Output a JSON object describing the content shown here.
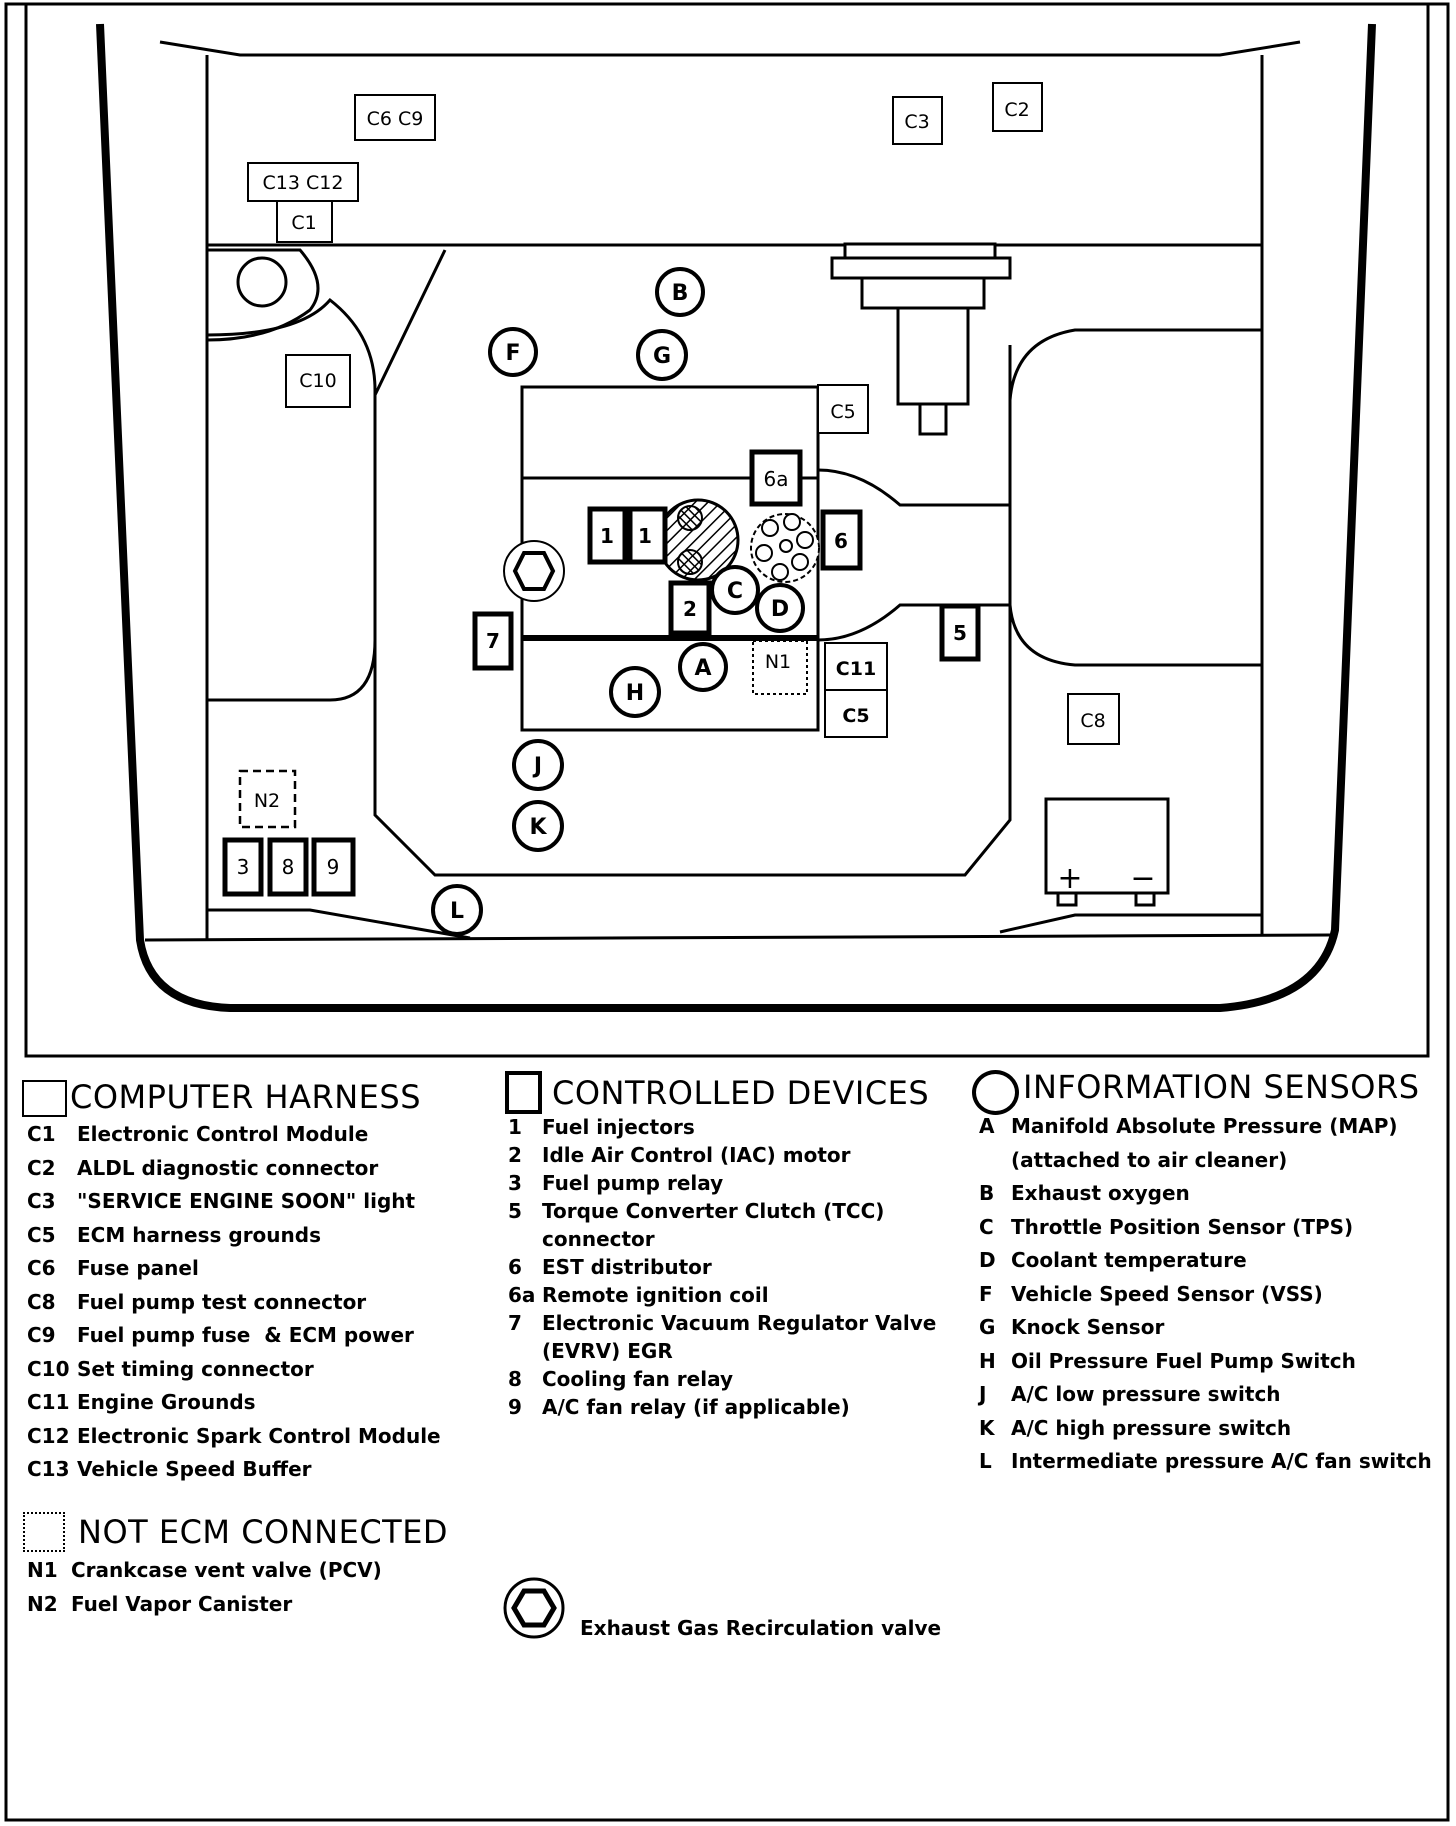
{
  "diagram": {
    "harness_labels": {
      "c6c9": "C6 C9",
      "c3": "C3",
      "c2": "C2",
      "c13c12": "C13 C12",
      "c1": "C1",
      "c10": "C10",
      "c5_top": "C5",
      "c11": "C11",
      "c5_bottom": "C5",
      "c8": "C8"
    },
    "device_labels": {
      "six_a": "6a",
      "one_a": "1",
      "one_b": "1",
      "six": "6",
      "two": "2",
      "seven": "7",
      "five": "5",
      "three": "3",
      "eight": "8",
      "nine": "9"
    },
    "sensor_labels": {
      "b": "B",
      "f": "F",
      "g": "G",
      "c": "C",
      "d": "D",
      "a": "A",
      "h": "H",
      "j": "J",
      "k": "K",
      "l": "L"
    },
    "non_ecm_labels": {
      "n1": "N1",
      "n2": "N2"
    },
    "battery": {
      "plus": "+",
      "minus": "−"
    }
  },
  "legend": {
    "computer_harness": {
      "title": "COMPUTER HARNESS",
      "items": [
        {
          "code": "C1",
          "desc": "Electronic Control Module"
        },
        {
          "code": "C2",
          "desc": "ALDL diagnostic connector"
        },
        {
          "code": "C3",
          "desc": "\"SERVICE ENGINE SOON\" light"
        },
        {
          "code": "C5",
          "desc": "ECM harness grounds"
        },
        {
          "code": "C6",
          "desc": "Fuse panel"
        },
        {
          "code": "C8",
          "desc": "Fuel pump test connector"
        },
        {
          "code": "C9",
          "desc": "Fuel pump fuse  & ECM power"
        },
        {
          "code": "C10",
          "desc": "Set timing connector"
        },
        {
          "code": "C11",
          "desc": "Engine Grounds"
        },
        {
          "code": "C12",
          "desc": "Electronic Spark Control Module"
        },
        {
          "code": "C13",
          "desc": "Vehicle Speed Buffer"
        }
      ]
    },
    "controlled_devices": {
      "title": "CONTROLLED DEVICES",
      "items": [
        {
          "code": "1",
          "desc": "Fuel injectors"
        },
        {
          "code": "2",
          "desc": "Idle Air Control (IAC) motor"
        },
        {
          "code": "3",
          "desc": "Fuel pump relay"
        },
        {
          "code": "5",
          "desc": "Torque Converter Clutch (TCC)\nconnector"
        },
        {
          "code": "6",
          "desc": "EST distributor"
        },
        {
          "code": "6a",
          "desc": "Remote ignition coil"
        },
        {
          "code": "7",
          "desc": "Electronic Vacuum Regulator Valve\n(EVRV) EGR"
        },
        {
          "code": "8",
          "desc": "Cooling fan relay"
        },
        {
          "code": "9",
          "desc": "A/C fan relay (if applicable)"
        }
      ]
    },
    "information_sensors": {
      "title": "INFORMATION SENSORS",
      "items": [
        {
          "code": "A",
          "desc": "Manifold Absolute Pressure (MAP)\n(attached to air cleaner)"
        },
        {
          "code": "B",
          "desc": "Exhaust oxygen"
        },
        {
          "code": "C",
          "desc": "Throttle Position Sensor (TPS)"
        },
        {
          "code": "D",
          "desc": "Coolant temperature"
        },
        {
          "code": "F",
          "desc": "Vehicle Speed Sensor (VSS)"
        },
        {
          "code": "G",
          "desc": "Knock Sensor"
        },
        {
          "code": "H",
          "desc": "Oil Pressure Fuel Pump Switch"
        },
        {
          "code": "J",
          "desc": "A/C low pressure switch"
        },
        {
          "code": "K",
          "desc": "A/C high pressure switch"
        },
        {
          "code": "L",
          "desc": "Intermediate pressure A/C fan switch"
        }
      ]
    },
    "not_ecm_connected": {
      "title": "NOT ECM CONNECTED",
      "items": [
        {
          "code": "N1",
          "desc": "Crankcase vent valve (PCV)"
        },
        {
          "code": "N2",
          "desc": "Fuel Vapor Canister"
        }
      ]
    },
    "egr": {
      "label": "Exhaust Gas Recirculation valve"
    }
  }
}
